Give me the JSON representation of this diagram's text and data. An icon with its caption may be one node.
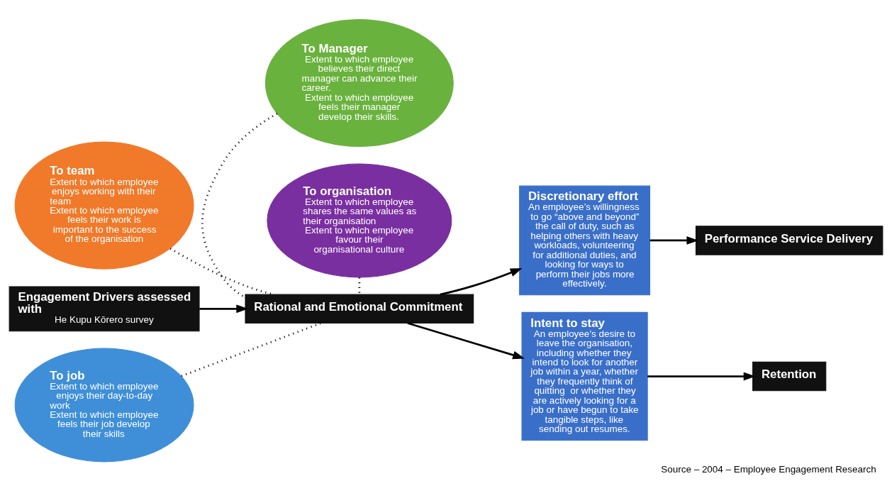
{
  "diagram": {
    "caption": "Source – 2004 – Employee Engagement Research",
    "nodes": [
      {
        "text": [
          "To team",
          "Extent to which employee enjoys working with their team",
          "Extent to which employee feels their work is important to the success of the organisation"
        ]
      },
      {
        "text": [
          "To Manager",
          "Extent to which employee believes their direct manager can advance their career.",
          "Extent to which employee feels their manager develop their skills."
        ]
      },
      {
        "text": [
          "Engagement Drivers assessed with",
          "He Kupu Kōrero survey"
        ]
      },
      {
        "text": [
          "Rational and Emotional Commitment"
        ]
      },
      {
        "text": [
          "To job",
          "Extent to which employee enjoys their day-to-day work",
          "Extent to which employee feels their job develop their skills"
        ]
      },
      {
        "text": [
          "To organisation",
          "Extent to which employee shares the same values as their organisation",
          "Extent to which employee favour their organisational culture"
        ]
      },
      {
        "text": [
          "Discretionary effort",
          "An employee’s willingness to go “above and beyond” the call of duty, such as helping others with heavy workloads, volunteering for additional duties, and looking for ways to perform their jobs more effectively."
        ]
      },
      {
        "text": [
          "Intent to stay",
          "An employee’s desire to leave the organisation, including whether they intend to look for another job within a year, whether they frequently think of quitting  or whether they are actively looking for a job or have begun to take tangible steps, like sending out resumes."
        ]
      },
      {
        "text": [
          "Performance Service Delivery"
        ]
      },
      {
        "text": [
          "Retention"
        ]
      }
    ],
    "edges": [
      {
        "from": 0,
        "to": 3,
        "arrow": "none",
        "style": "dashed"
      },
      {
        "from": 1,
        "to": 3,
        "arrow": "none",
        "style": "dashed"
      },
      {
        "from": 2,
        "to": 3,
        "arrow": "to"
      },
      {
        "from": 4,
        "to": 3,
        "arrow": "none",
        "style": "dashed"
      },
      {
        "from": 5,
        "to": 3,
        "arrow": "none",
        "style": "dashed"
      },
      {
        "from": 3,
        "to": 6,
        "arrow": "to"
      },
      {
        "from": 3,
        "to": 7,
        "arrow": "to"
      },
      {
        "from": 6,
        "to": 8,
        "arrow": "to"
      },
      {
        "from": 7,
        "to": 9,
        "arrow": "to"
      }
    ]
  }
}
